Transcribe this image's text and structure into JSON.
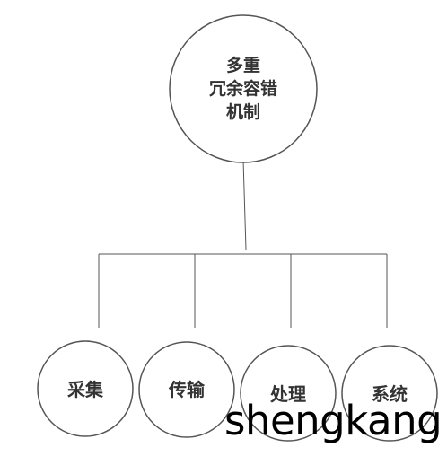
{
  "root": {
    "lines": [
      "多重",
      "冗余容错",
      "机制"
    ]
  },
  "children": [
    {
      "label": "采集"
    },
    {
      "label": "传输"
    },
    {
      "label": "处理"
    },
    {
      "label": "系统"
    }
  ],
  "watermark": "shengkang",
  "colors": {
    "stroke": "#555555",
    "text": "#333333",
    "background": "#ffffff"
  }
}
